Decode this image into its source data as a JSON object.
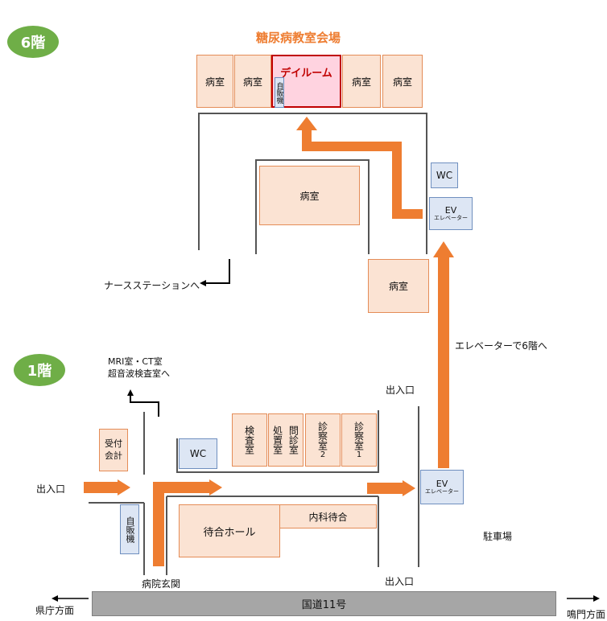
{
  "floor6": {
    "badge": "6階",
    "title": "糖尿病教室会場",
    "rooms": [
      "病室",
      "病室",
      "病室",
      "病室"
    ],
    "dayroom": "デイルーム",
    "vending": "自販機",
    "center_room": "病室",
    "wc": "WC",
    "ev_label": "EV",
    "ev_sub": "エレベーター",
    "nurse_station": "ナースステーションへ",
    "corner_room": "病室"
  },
  "floor1": {
    "badge": "1階",
    "mri": "MRI室・CT室",
    "ultrasound": "超音波検査室へ",
    "reception": "受付\n会計",
    "wc": "WC",
    "exam_rooms": [
      "検査室",
      "処置室",
      "問診室",
      "診察室2",
      "診察室1"
    ],
    "exam_labels": {
      "kensa": "検査室",
      "shochi": "処置室",
      "monshin": "問診室",
      "shinsatsu2": "診察室",
      "num2": "2",
      "shinsatsu1": "診察室",
      "num1": "1"
    },
    "waiting_hall": "待合ホール",
    "internal_waiting": "内科待合",
    "vending": "自販機",
    "ev_label": "EV",
    "ev_sub": "エレベーター",
    "entrance_left": "出入口",
    "entrance_top": "出入口",
    "entrance_bottom": "出入口",
    "main_entrance": "病院玄関",
    "parking": "駐車場",
    "elevator_instruction": "エレベーターで6階へ"
  },
  "road": {
    "name": "国道11号",
    "left_direction": "県庁方面",
    "right_direction": "鳴門方面"
  },
  "colors": {
    "arrow": "#ee7d31",
    "room_fill": "#fbe3d3",
    "room_border": "#e48c57",
    "dayroom_fill": "#ffd3e0",
    "dayroom_border": "#c00000",
    "badge": "#6fae47",
    "facility_fill": "#dde6f4",
    "road_fill": "#a6a6a6"
  }
}
